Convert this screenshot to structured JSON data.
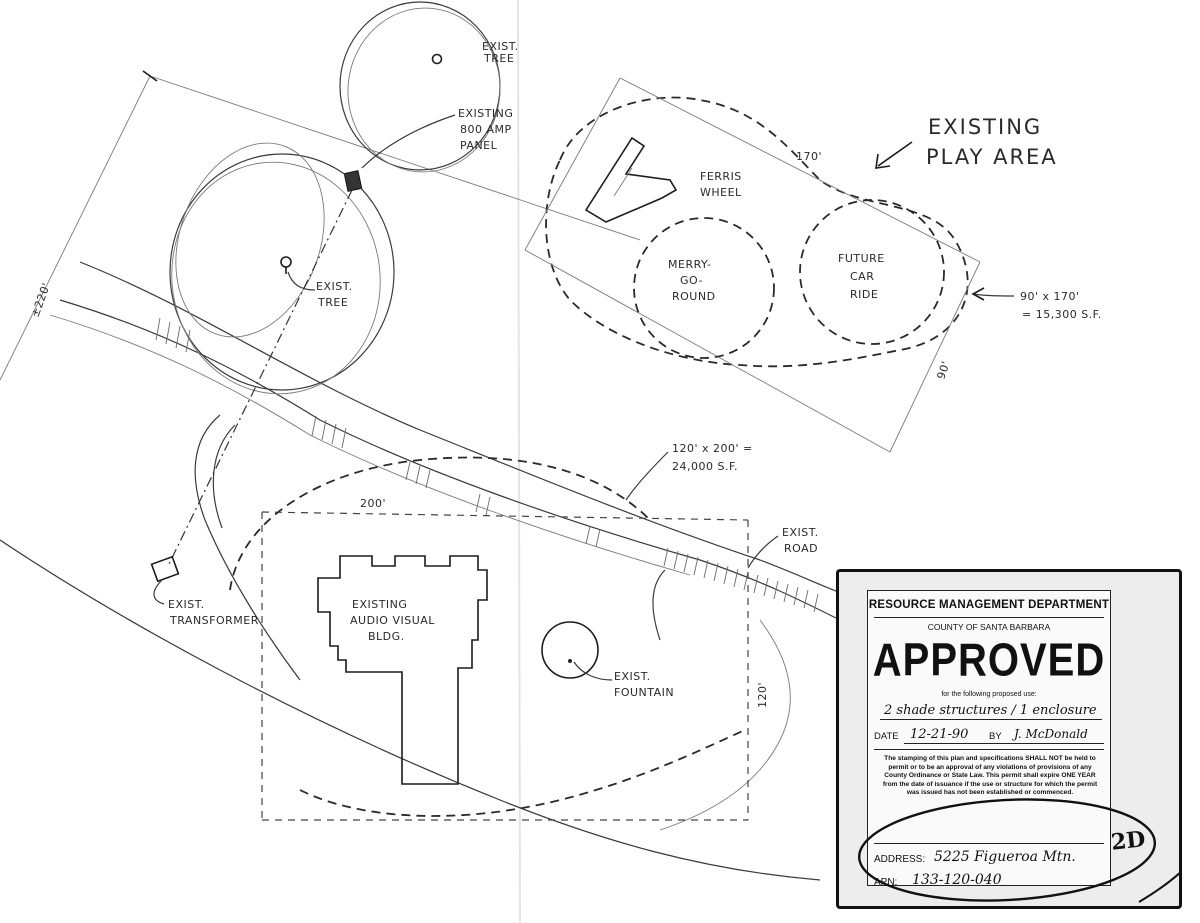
{
  "labels": {
    "exist_tree_top": [
      "EXIST.",
      "TREE"
    ],
    "panel": [
      "EXISTING",
      "800 AMP",
      "PANEL"
    ],
    "exist_tree_mid": [
      "EXIST.",
      "TREE"
    ],
    "dim_220": "±220'",
    "play_area": [
      "EXISTING",
      "PLAY AREA"
    ],
    "ferris_wheel": [
      "FERRIS",
      "WHEEL"
    ],
    "dim_170": "170'",
    "merry_go_round": [
      "MERRY-",
      "GO-",
      "ROUND"
    ],
    "future_car_ride": [
      "FUTURE",
      "CAR",
      "RIDE"
    ],
    "play_area_size": [
      "90' x 170'",
      "= 15,300 S.F."
    ],
    "dim_90": "90'",
    "lower_area_size": [
      "120' x 200' =",
      "24,000 S.F."
    ],
    "dim_200": "200'",
    "exist_road": [
      "EXIST.",
      "ROAD"
    ],
    "transformer": [
      "EXIST.",
      "TRANSFORMER"
    ],
    "av_bldg": [
      "EXISTING",
      "AUDIO VISUAL",
      "BLDG."
    ],
    "fountain": [
      "EXIST.",
      "FOUNTAIN"
    ],
    "dim_120": "120'"
  },
  "stamp": {
    "department": "RESOURCE MANAGEMENT DEPARTMENT",
    "county": "COUNTY OF SANTA BARBARA",
    "status": "APPROVED",
    "for_use_label": "for the following proposed use:",
    "proposed_use": "2 shade structures / 1 enclosure",
    "date_label": "DATE",
    "date": "12-21-90",
    "by_label": "BY",
    "signature": "J. McDonald",
    "fine_print": "The stamping of this plan and specifications SHALL NOT be held to permit or to be an approval of any violations of provisions of any County Ordinance or State Law. This permit shall expire ONE YEAR from the date of issuance if the use or structure for which the permit was issued has not been established or commenced.",
    "address_label": "ADDRESS:",
    "address": "5225 Figueroa Mtn.",
    "apn_label": "APN:",
    "apn": "133-120-040",
    "margin_note": "2D"
  }
}
